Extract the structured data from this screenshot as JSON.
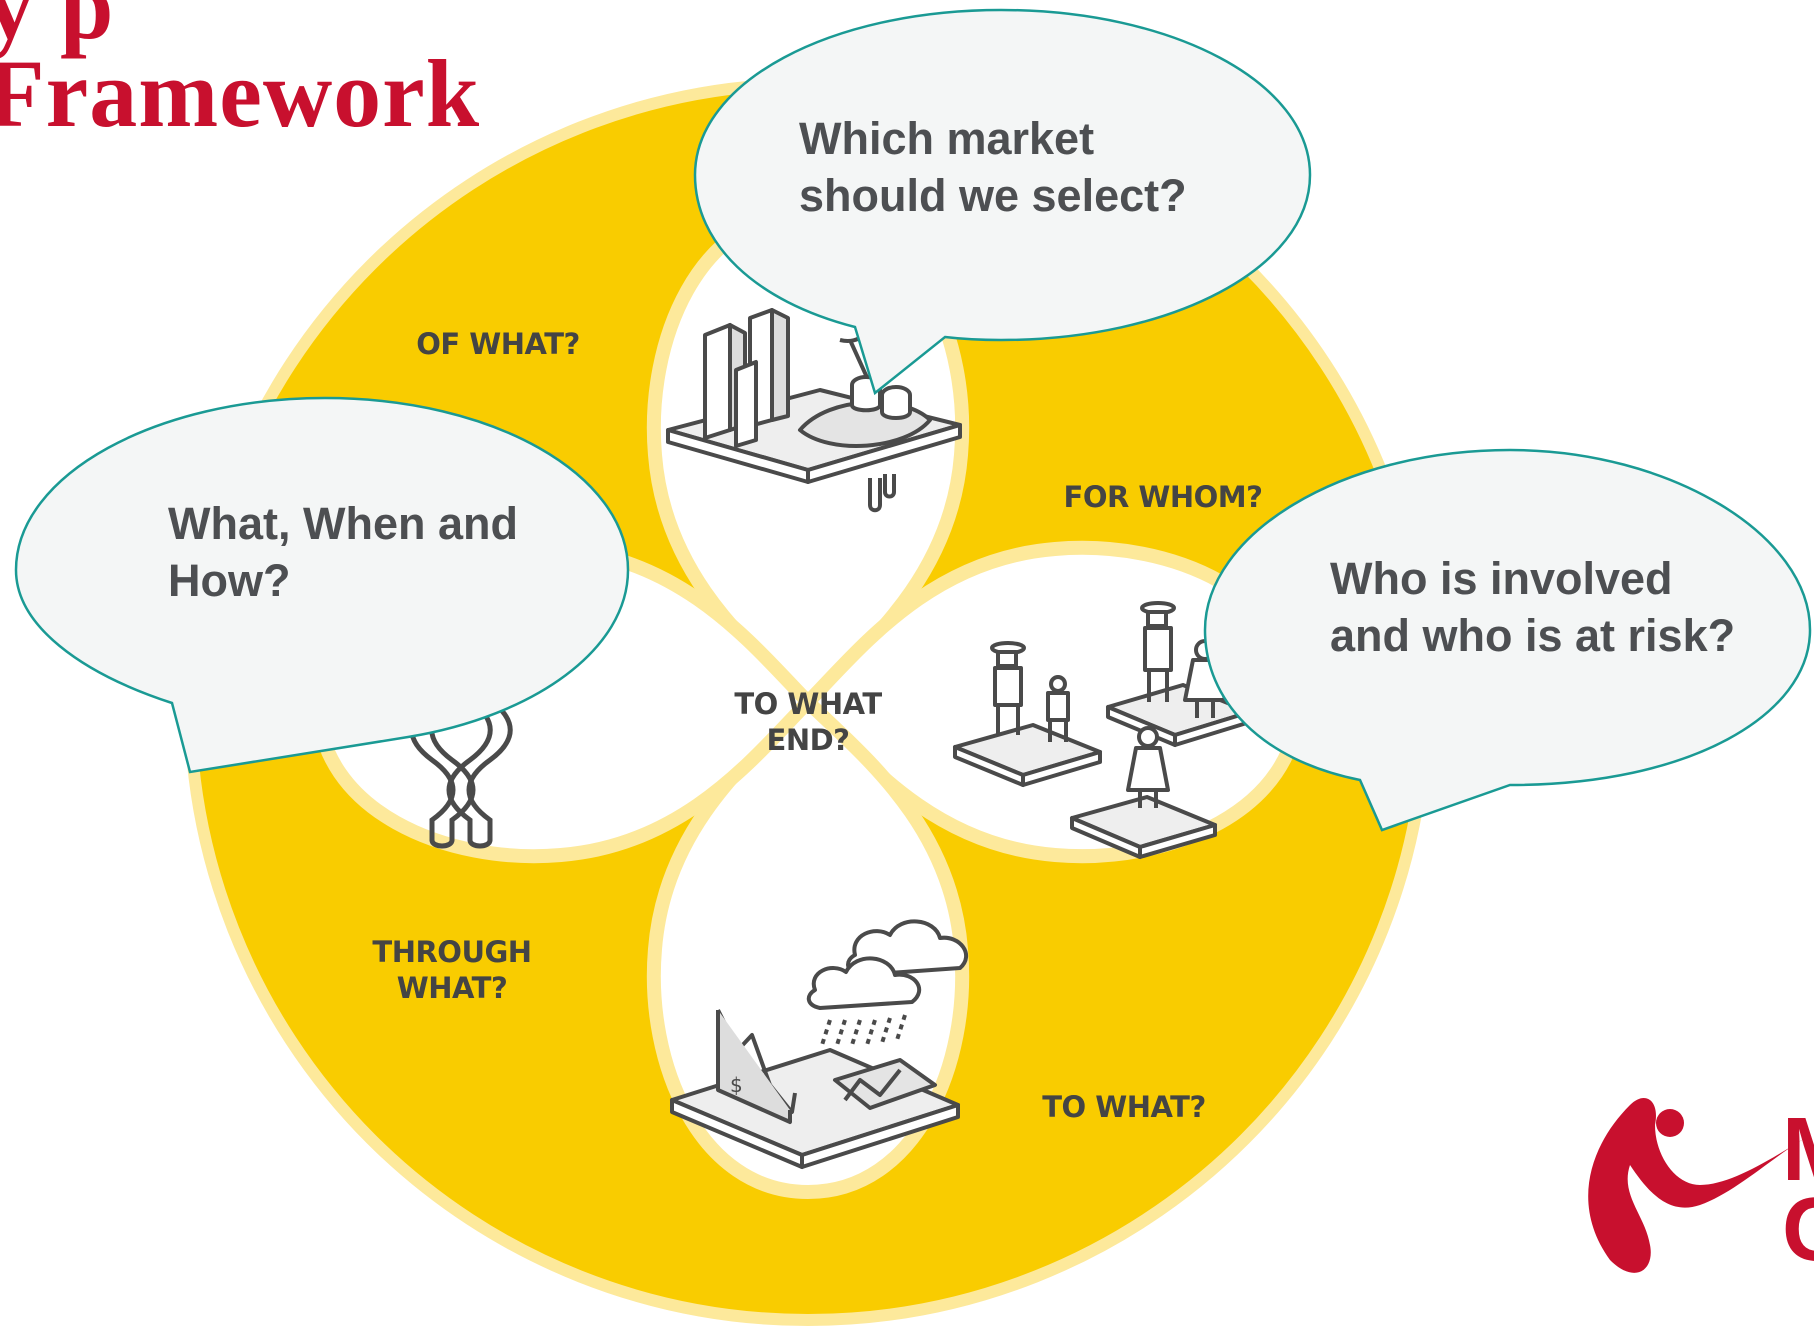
{
  "title": "y p\nFramework",
  "colors": {
    "ring": "#f9cc00",
    "ring_outline": "#fde99b",
    "petal": "#ffffff",
    "icon_stroke": "#4a4a4a",
    "bubble_fill": "#f4f6f6",
    "bubble_stroke": "#1a9a94",
    "text": "#4d4f52",
    "title": "#c8102e"
  },
  "ring_labels": {
    "of_what": "OF WHAT?",
    "for_whom": "FOR WHOM?",
    "to_what_end": "TO WHAT\nEND?",
    "through_what": "THROUGH\nWHAT?",
    "to_what": "TO WHAT?"
  },
  "bubbles": {
    "market": "Which market\nshould we select?",
    "what_when_how": "What, When and\nHow?",
    "who_involved": "Who is involved\nand who is at risk?"
  },
  "icons": {
    "top": "city-market-icon",
    "right": "people-platforms-icon",
    "bottom": "storm-market-drop-icon",
    "left": "braided-strands-icon"
  },
  "logo": {
    "letters": "M\nC"
  }
}
